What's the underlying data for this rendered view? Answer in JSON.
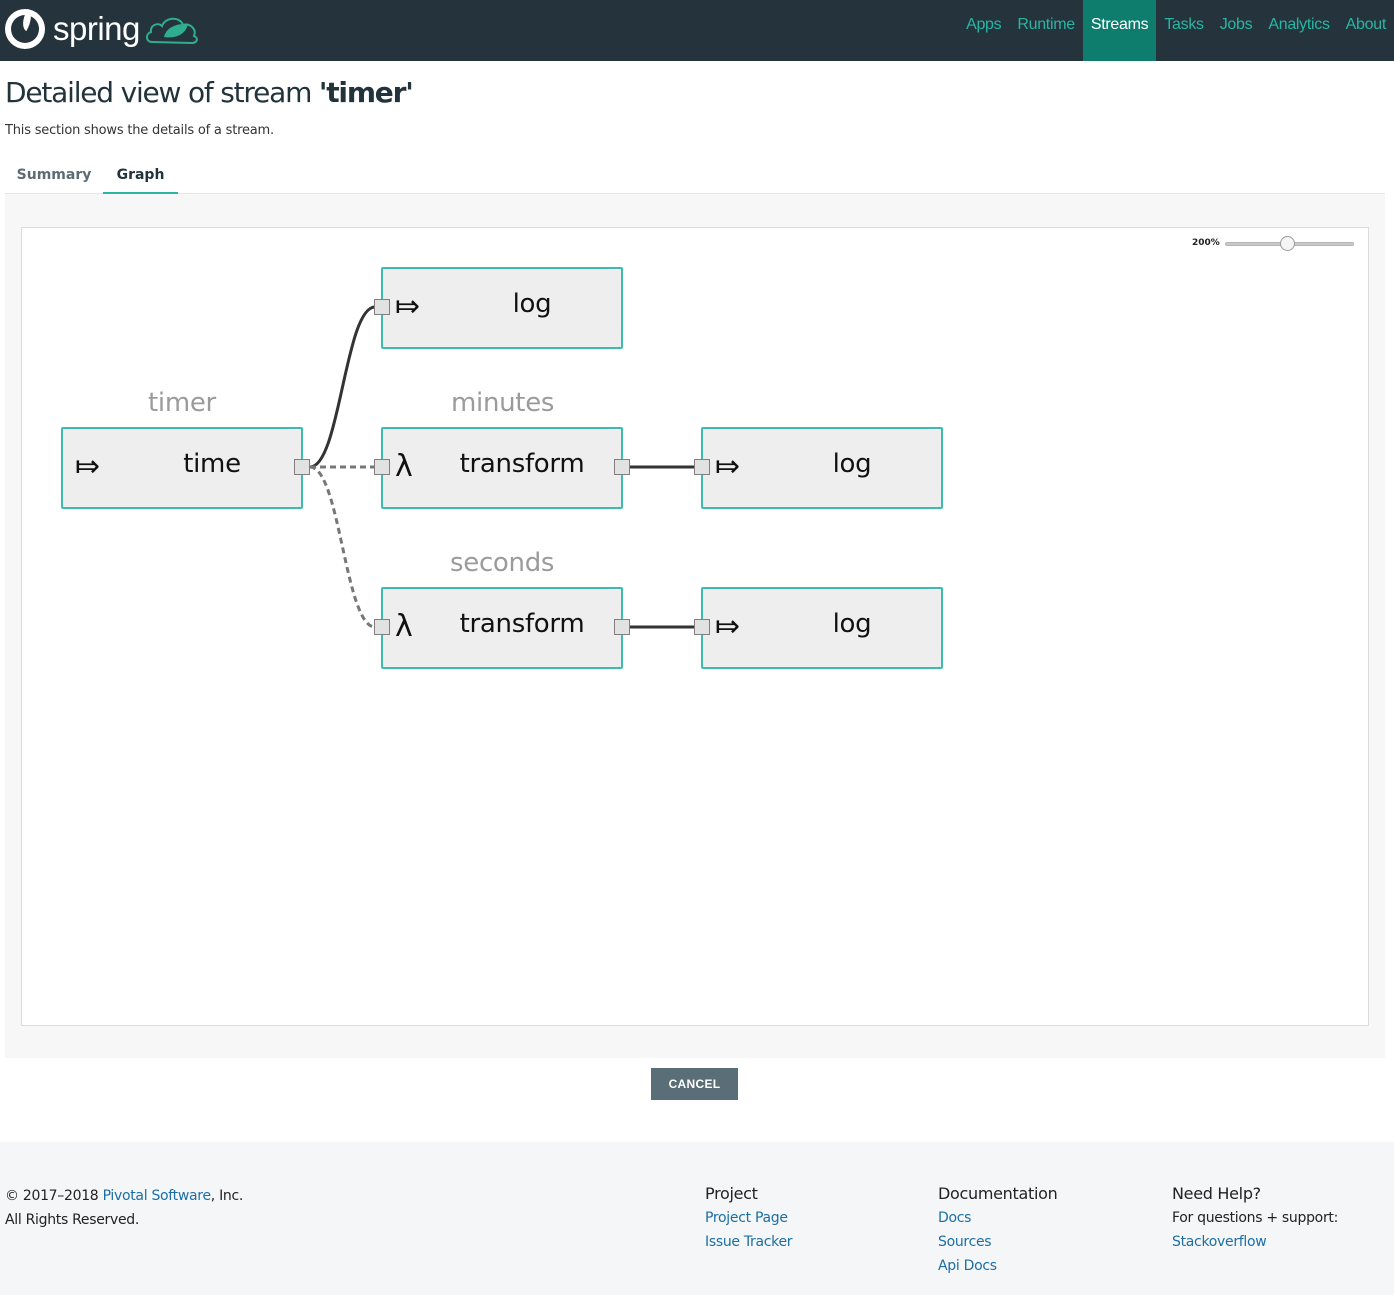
{
  "navbar": {
    "brand": "spring",
    "items": [
      {
        "label": "Apps",
        "active": false
      },
      {
        "label": "Runtime",
        "active": false
      },
      {
        "label": "Streams",
        "active": true
      },
      {
        "label": "Tasks",
        "active": false
      },
      {
        "label": "Jobs",
        "active": false
      },
      {
        "label": "Analytics",
        "active": false
      },
      {
        "label": "About",
        "active": false
      }
    ]
  },
  "page": {
    "title_prefix": "Detailed view of stream ",
    "title_stream": "'timer'",
    "subtitle": "This section shows the details of a stream."
  },
  "tabs": [
    {
      "label": "Summary",
      "active": false
    },
    {
      "label": "Graph",
      "active": true
    }
  ],
  "graph": {
    "zoom_label": "200%",
    "zoom_level_percent": 200,
    "groups": {
      "timer": "timer",
      "minutes": "minutes",
      "seconds": "seconds"
    },
    "nodes": {
      "time": {
        "icon": "source-arrow-icon",
        "symbol": "⤇",
        "label": "time"
      },
      "log_top": {
        "icon": "sink-arrow-icon",
        "symbol": "⤇",
        "label": "log"
      },
      "transform_minutes": {
        "icon": "lambda-icon",
        "symbol": "λ",
        "label": "transform"
      },
      "log_minutes": {
        "icon": "sink-arrow-icon",
        "symbol": "⤇",
        "label": "log"
      },
      "transform_seconds": {
        "icon": "lambda-icon",
        "symbol": "λ",
        "label": "transform"
      },
      "log_seconds": {
        "icon": "sink-arrow-icon",
        "symbol": "⤇",
        "label": "log"
      }
    },
    "colors": {
      "node_border": "#3dbcae",
      "node_fill": "#eeeeee",
      "link_solid": "#333333",
      "link_tap": "#777777"
    }
  },
  "actions": {
    "cancel_label": "CANCEL"
  },
  "footer": {
    "copyright_prefix": "© 2017–2018 ",
    "copyright_link": "Pivotal Software",
    "copyright_suffix": ", Inc.",
    "rights": "All Rights Reserved.",
    "project": {
      "title": "Project",
      "links": [
        "Project Page",
        "Issue Tracker"
      ]
    },
    "documentation": {
      "title": "Documentation",
      "links": [
        "Docs",
        "Sources",
        "Api Docs"
      ]
    },
    "help": {
      "title": "Need Help?",
      "text": "For questions + support:",
      "link": "Stackoverflow"
    }
  }
}
